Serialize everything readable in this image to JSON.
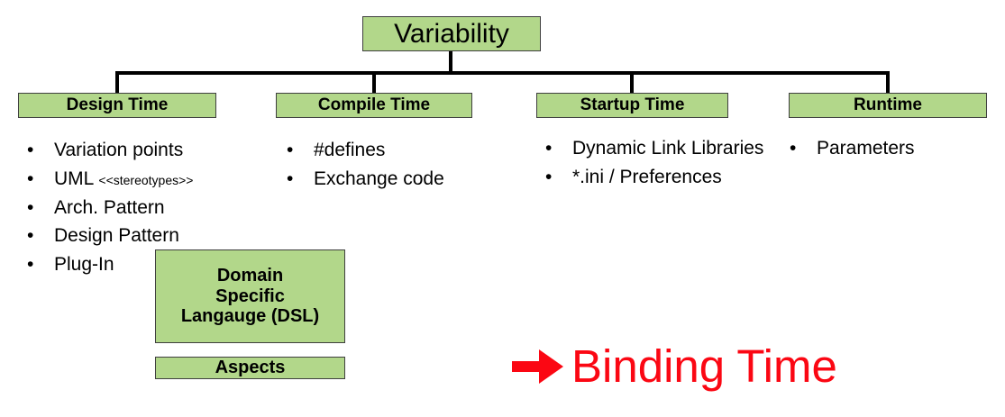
{
  "diagram": {
    "root": {
      "label": "Variability"
    },
    "categories": [
      {
        "label": "Design Time"
      },
      {
        "label": "Compile Time"
      },
      {
        "label": "Startup Time"
      },
      {
        "label": "Runtime"
      }
    ],
    "bullets": {
      "design_time": [
        {
          "text": "Variation points",
          "tag": ""
        },
        {
          "text": "UML ",
          "tag": "<<stereotypes>>"
        },
        {
          "text": "Arch. Pattern",
          "tag": ""
        },
        {
          "text": "Design Pattern",
          "tag": ""
        },
        {
          "text": "Plug-In",
          "tag": ""
        }
      ],
      "compile_time": [
        {
          "text": "#defines",
          "tag": ""
        },
        {
          "text": "Exchange code",
          "tag": ""
        }
      ],
      "startup_time": [
        {
          "text": "Dynamic Link Libraries",
          "tag": ""
        },
        {
          "text": "*.ini / Preferences",
          "tag": ""
        }
      ],
      "runtime": [
        {
          "text": "Parameters",
          "tag": ""
        }
      ]
    },
    "extra_boxes": [
      {
        "label": "Domain Specific Langauge (DSL)",
        "lines": [
          "Domain",
          "Specific",
          "Langauge (DSL)"
        ]
      },
      {
        "label": "Aspects",
        "lines": [
          "Aspects"
        ]
      }
    ],
    "callout": {
      "arrow": "right-arrow-icon",
      "label": "Binding Time"
    },
    "bullet_marker": "•",
    "colors": {
      "box_fill": "#b2d78a",
      "box_border": "#3f3f3f",
      "connector": "#000000",
      "callout_red": "#fb0713",
      "text": "#000000",
      "background": "#ffffff"
    }
  }
}
